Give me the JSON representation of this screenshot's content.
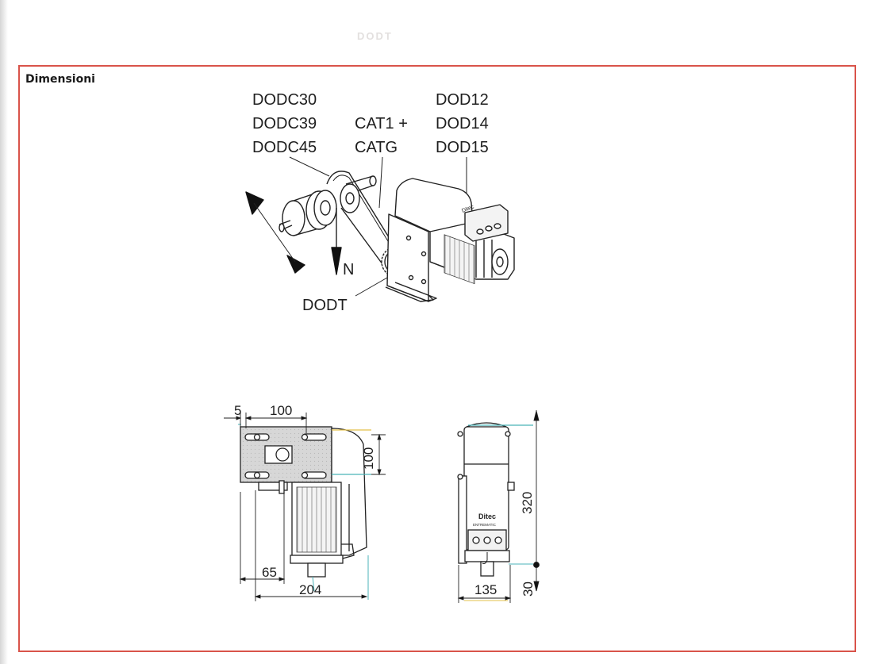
{
  "ghost_text": "DODT",
  "section_title": "Dimensioni",
  "labels": {
    "group1": [
      "DODC30",
      "DODC39",
      "DODC45"
    ],
    "group2": [
      "CAT1 +",
      "CATG"
    ],
    "group3": [
      "DOD12",
      "DOD14",
      "DOD15"
    ],
    "n": "N",
    "dodt": "DODT"
  },
  "logos": {
    "brand": "Ditec",
    "sub": "ENTREMATIC"
  },
  "dimensions": {
    "top_gap": "5",
    "top_width": "100",
    "side_height": "100",
    "offset": "65",
    "total_width": "204",
    "side_width": "135",
    "total_height": "320",
    "bottom": "30"
  },
  "colors": {
    "frame": "#d9534a",
    "ink": "#1f1f1f",
    "accent_teal": "#4bb3b8",
    "accent_yellow": "#e3c04a"
  }
}
